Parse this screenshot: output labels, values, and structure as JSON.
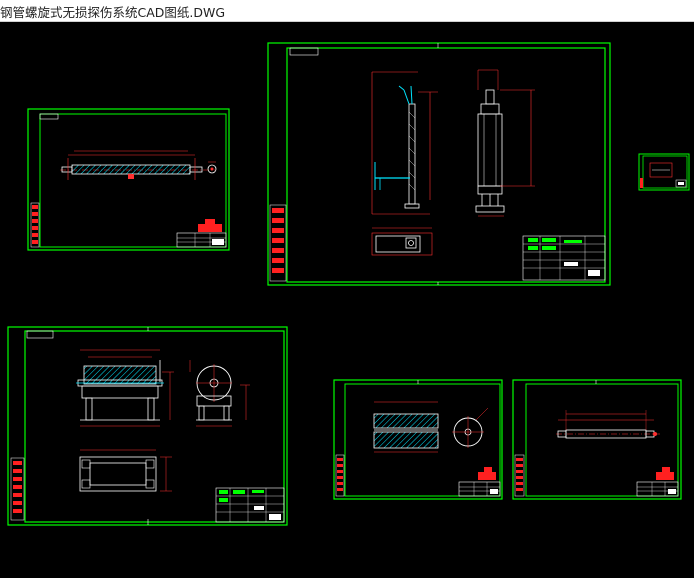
{
  "window": {
    "title": "钢管螺旋式无损探伤系统CAD图纸.DWG"
  },
  "colors": {
    "background": "#000000",
    "frame": "#00ff00",
    "line": "#ffffff",
    "dimension": "#ff2020",
    "hatch": "#00ffff",
    "accent": "#ffff00"
  },
  "sheets": [
    {
      "id": "sheet-1",
      "content": "horizontal-shaft-drawing"
    },
    {
      "id": "sheet-2",
      "content": "vertical-assembly-drawing"
    },
    {
      "id": "sheet-3",
      "content": "small-sheet-thumbnail"
    },
    {
      "id": "sheet-4",
      "content": "roller-assembly-drawing"
    },
    {
      "id": "sheet-5",
      "content": "roller-and-disc-drawing"
    },
    {
      "id": "sheet-6",
      "content": "shaft-drawing"
    }
  ]
}
